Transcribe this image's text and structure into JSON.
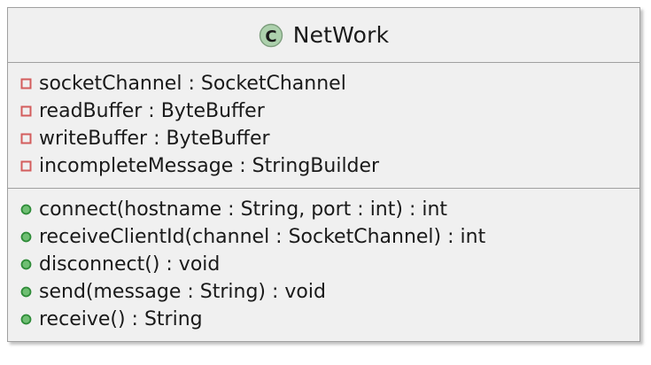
{
  "diagram": {
    "type": "uml-class-diagram",
    "background_color": "#FFFFFF"
  },
  "class": {
    "name": "NetWork",
    "stereotype_letter": "C",
    "stereotype_icon_name": "class-stereotype-icon",
    "fill_color": "#F0F0F0",
    "border_color": "#A0A0A0",
    "stereotype_fill_color": "#ADD1AD",
    "stereotype_border_color": "#7E9E7E",
    "private_marker_color": "#D35D5D",
    "public_marker_color": "#3FA34A",
    "attributes": [
      {
        "visibility": "private",
        "marker_icon_name": "private-square-icon",
        "text": "socketChannel : SocketChannel"
      },
      {
        "visibility": "private",
        "marker_icon_name": "private-square-icon",
        "text": "readBuffer : ByteBuffer"
      },
      {
        "visibility": "private",
        "marker_icon_name": "private-square-icon",
        "text": "writeBuffer : ByteBuffer"
      },
      {
        "visibility": "private",
        "marker_icon_name": "private-square-icon",
        "text": "incompleteMessage : StringBuilder"
      }
    ],
    "methods": [
      {
        "visibility": "public",
        "marker_icon_name": "public-circle-icon",
        "text": "connect(hostname : String, port : int) : int"
      },
      {
        "visibility": "public",
        "marker_icon_name": "public-circle-icon",
        "text": "receiveClientId(channel : SocketChannel) : int"
      },
      {
        "visibility": "public",
        "marker_icon_name": "public-circle-icon",
        "text": "disconnect() : void"
      },
      {
        "visibility": "public",
        "marker_icon_name": "public-circle-icon",
        "text": "send(message : String) : void"
      },
      {
        "visibility": "public",
        "marker_icon_name": "public-circle-icon",
        "text": "receive() : String"
      }
    ]
  }
}
